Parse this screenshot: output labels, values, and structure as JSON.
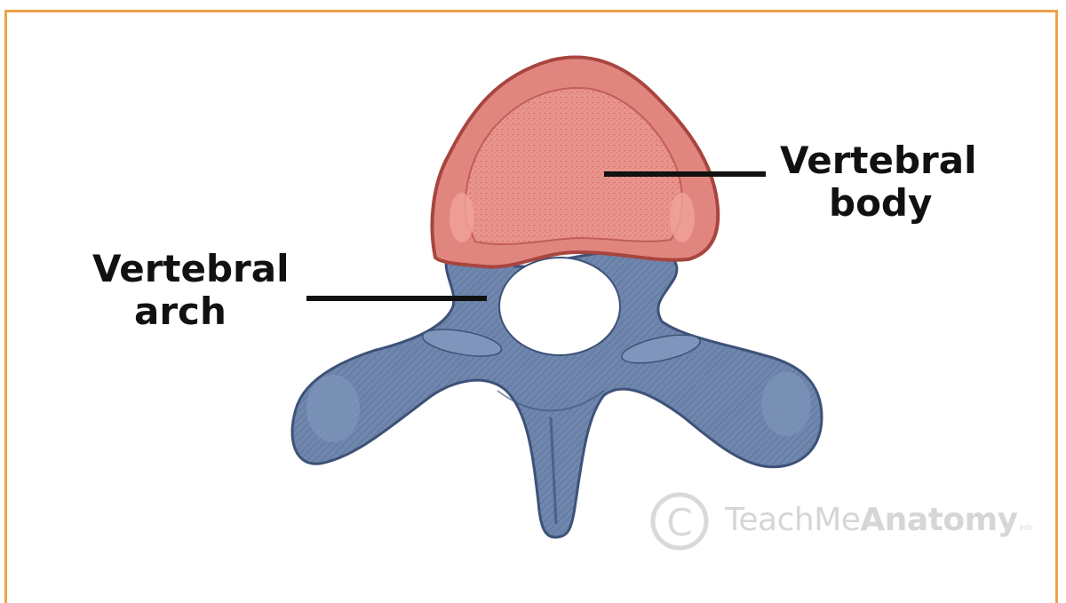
{
  "labels": {
    "body_line1": "Vertebral",
    "body_line2": "body",
    "arch_line1": "Vertebral",
    "arch_line2": "arch"
  },
  "watermark": {
    "symbol": "C",
    "text_light": "TeachMe",
    "text_bold": "Anatomy",
    "suffix": "info"
  },
  "colors": {
    "frame": "#f0a050",
    "vertebral_body": "#e0867f",
    "vertebral_body_outline": "#a8453e",
    "vertebral_arch": "#6f86ad",
    "vertebral_arch_outline": "#3e5278",
    "leader_line": "#111111",
    "watermark": "#d6d6d6"
  }
}
